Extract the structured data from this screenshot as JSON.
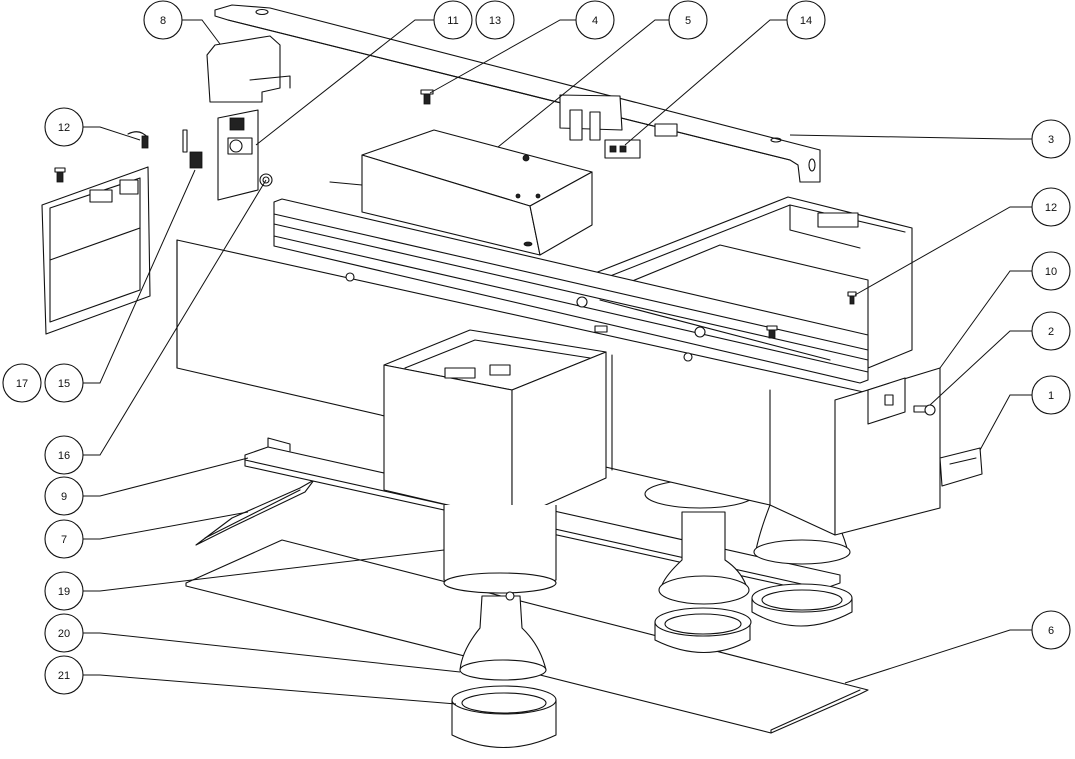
{
  "diagram": {
    "callouts": [
      "8",
      "11",
      "13",
      "4",
      "5",
      "14",
      "3",
      "12",
      "12",
      "10",
      "2",
      "1",
      "17",
      "15",
      "16",
      "9",
      "7",
      "19",
      "20",
      "21",
      "6"
    ]
  }
}
